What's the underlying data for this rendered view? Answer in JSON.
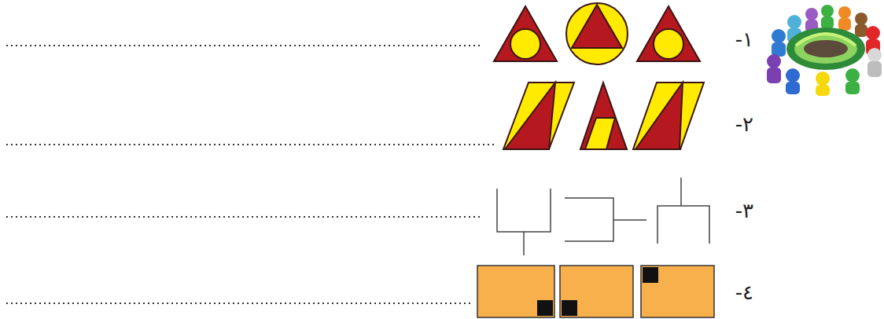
{
  "diagram": {
    "labels": [
      "١-",
      "٢-",
      "٣-",
      "٤-"
    ]
  }
}
